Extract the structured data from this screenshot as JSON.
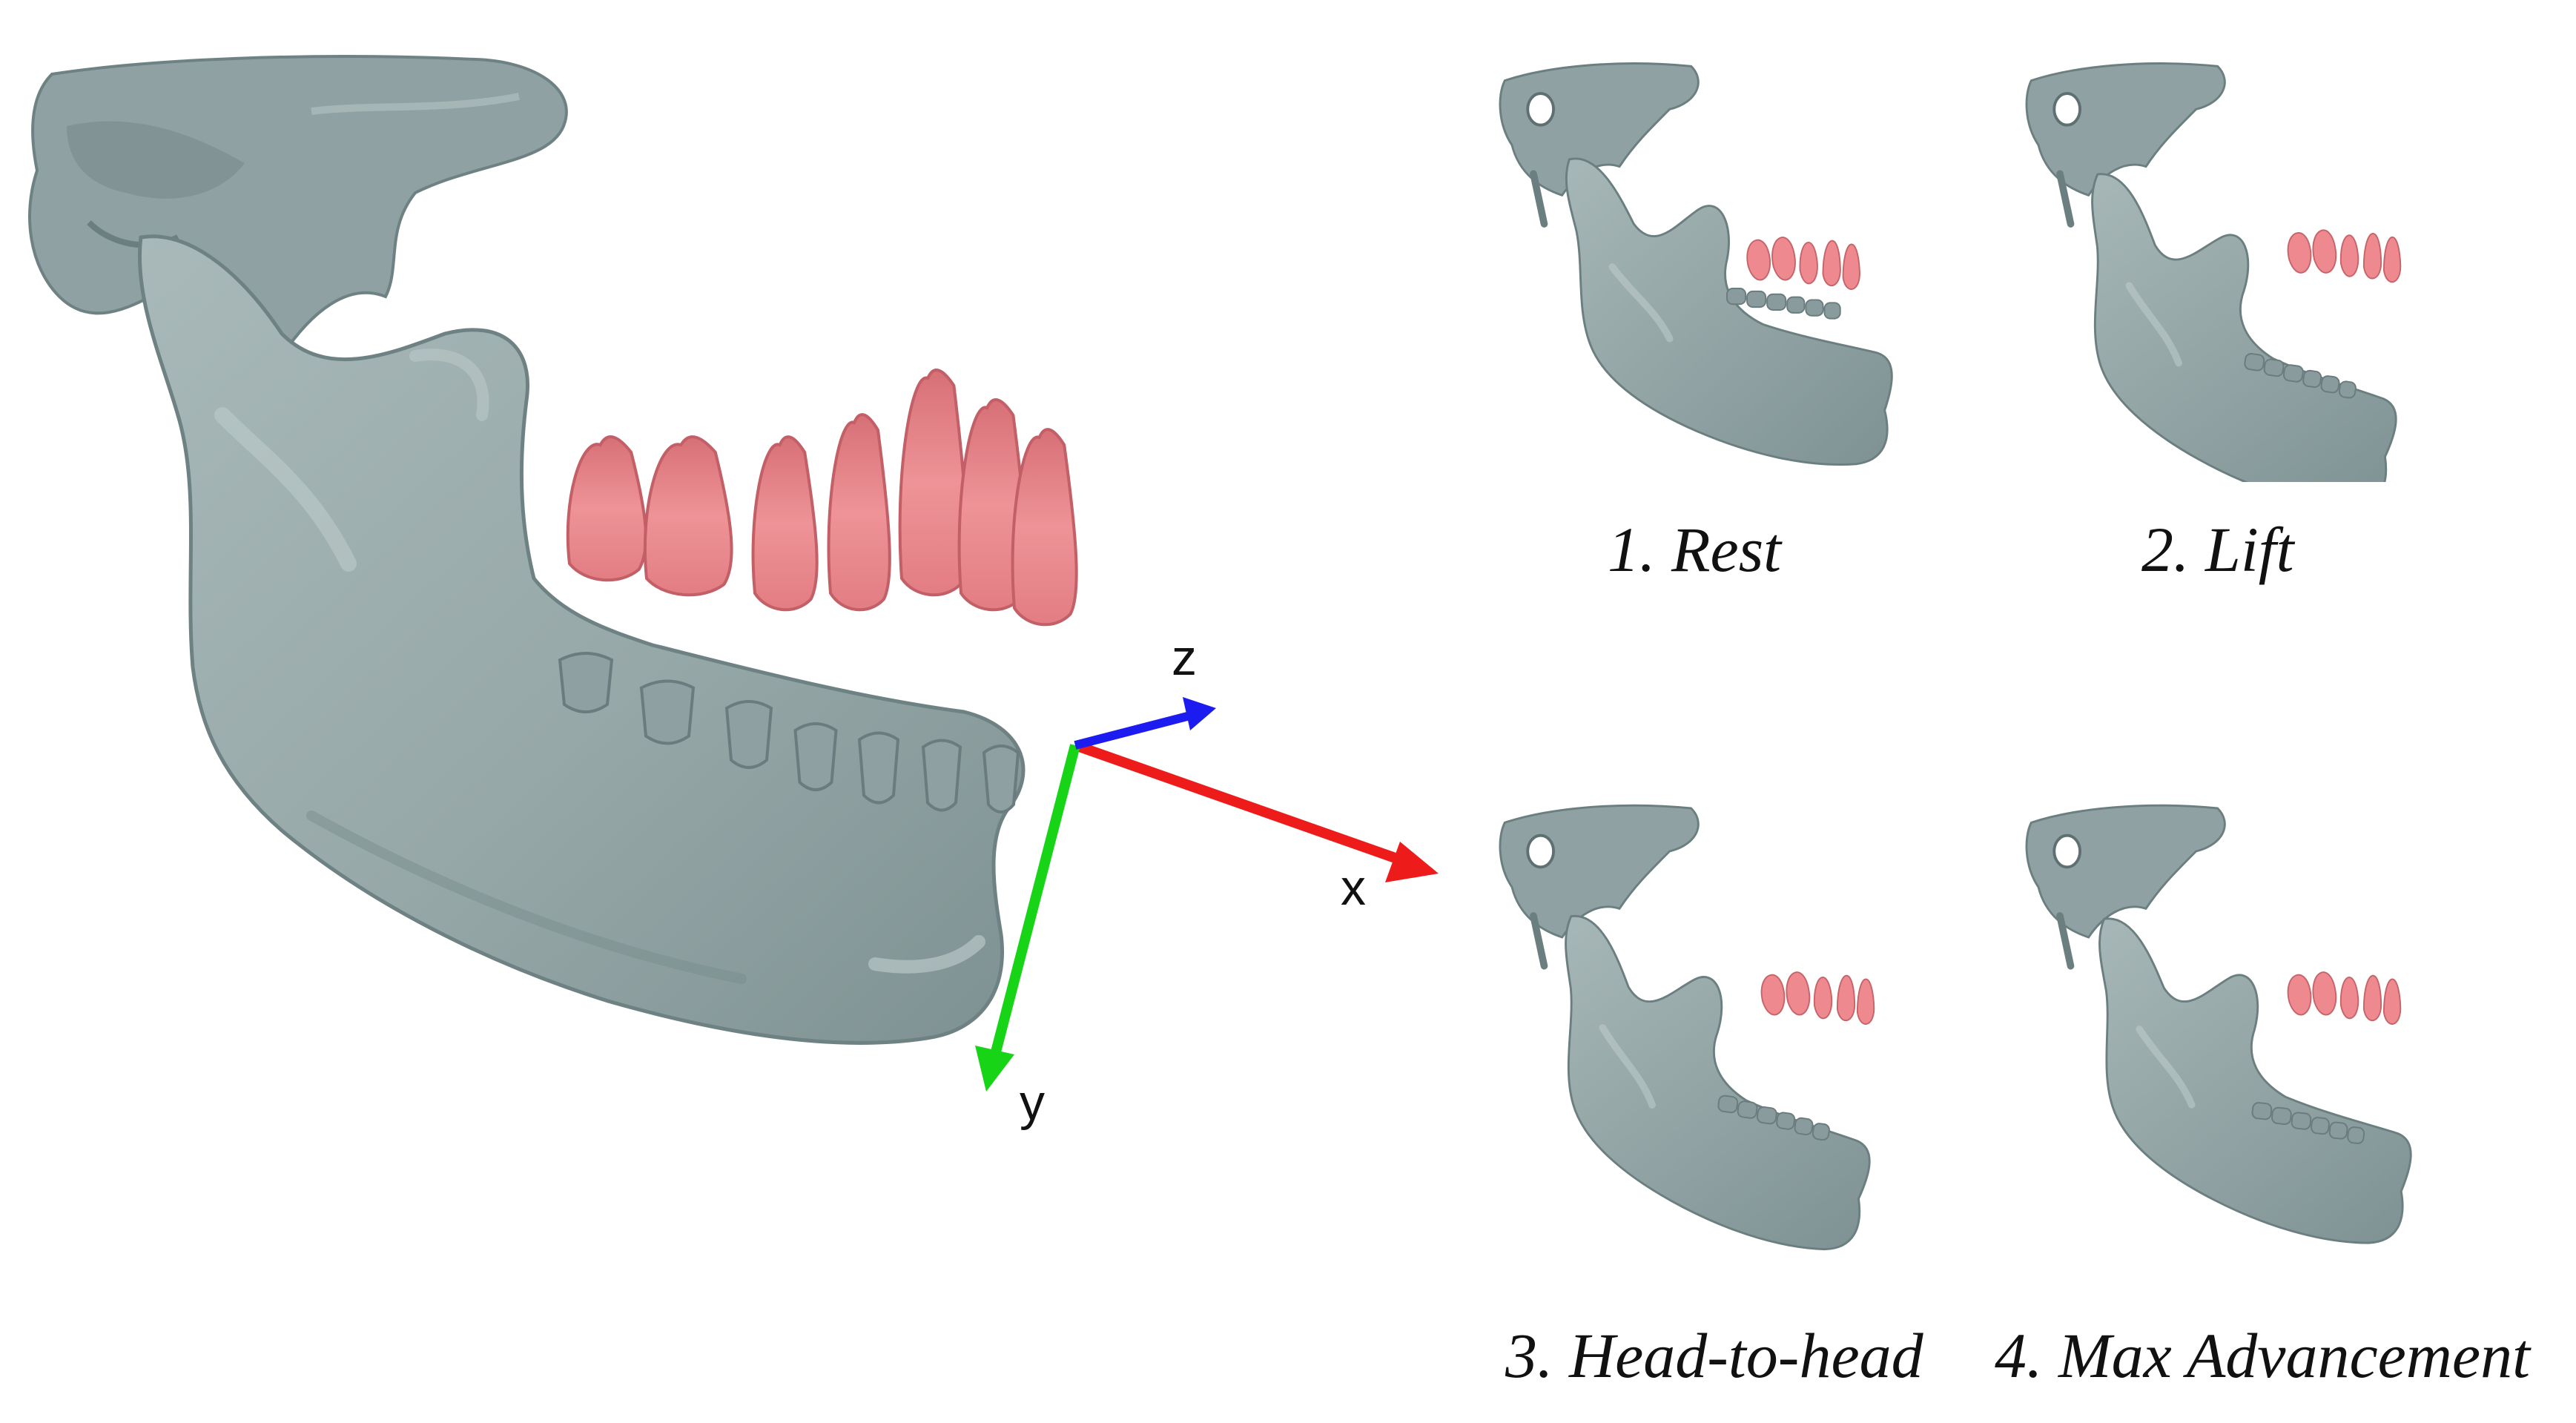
{
  "axes": {
    "x_label": "x",
    "y_label": "y",
    "z_label": "z",
    "x_color": "#ee1b1b",
    "y_color": "#17d417",
    "z_color": "#1c1cf0"
  },
  "colors": {
    "bone": "#97a8a8",
    "bone_dark": "#6f8283",
    "teeth_upper": "#e8868a",
    "teeth_upper_dark": "#c7646a",
    "teeth_lower": "#8ea0a1"
  },
  "poses": [
    {
      "label": "1. Rest"
    },
    {
      "label": "2. Lift"
    },
    {
      "label": "3. Head-to-head"
    },
    {
      "label": "4. Max Advancement"
    }
  ]
}
